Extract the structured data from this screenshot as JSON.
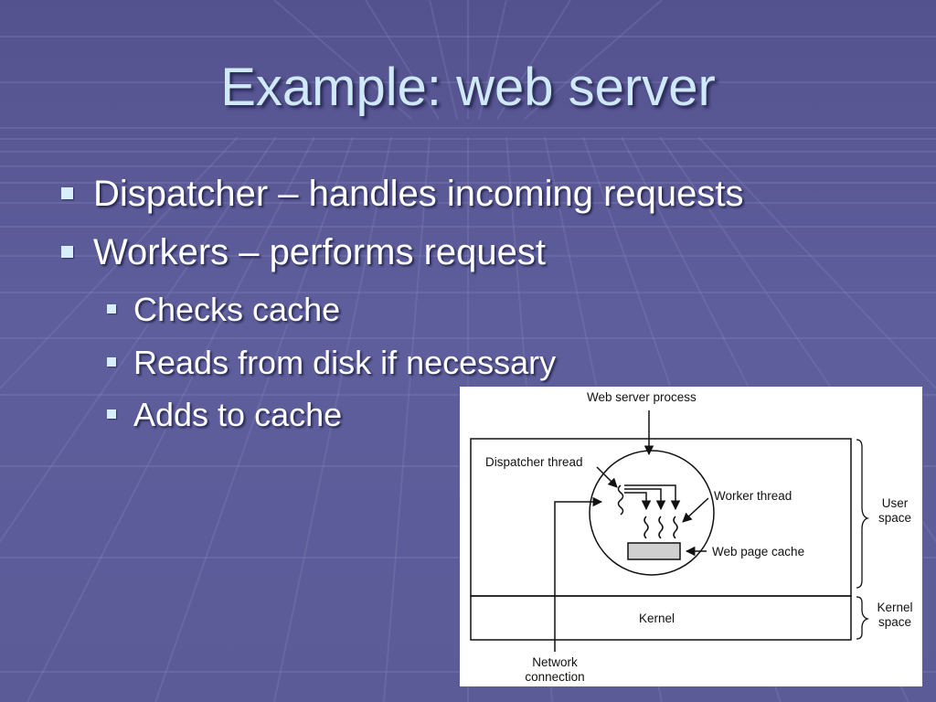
{
  "title": "Example: web server",
  "bullets": [
    {
      "level": 1,
      "text": "Dispatcher – handles incoming requests"
    },
    {
      "level": 1,
      "text": "Workers – performs request"
    },
    {
      "level": 2,
      "text": "Checks cache"
    },
    {
      "level": 2,
      "text": "Reads from disk if necessary"
    },
    {
      "level": 2,
      "text": "Adds to cache"
    }
  ],
  "diagram": {
    "web_server_process": "Web server process",
    "dispatcher_thread": "Dispatcher thread",
    "worker_thread": "Worker thread",
    "web_page_cache": "Web page cache",
    "kernel": "Kernel",
    "user_space_line1": "User",
    "user_space_line2": "space",
    "kernel_space_line1": "Kernel",
    "kernel_space_line2": "space",
    "network_line1": "Network",
    "network_line2": "connection"
  },
  "colors": {
    "background": "#5b5b98",
    "title": "#cfe9f7",
    "bullet_text": "#ffffff",
    "cache_fill": "#d0d0d0"
  }
}
